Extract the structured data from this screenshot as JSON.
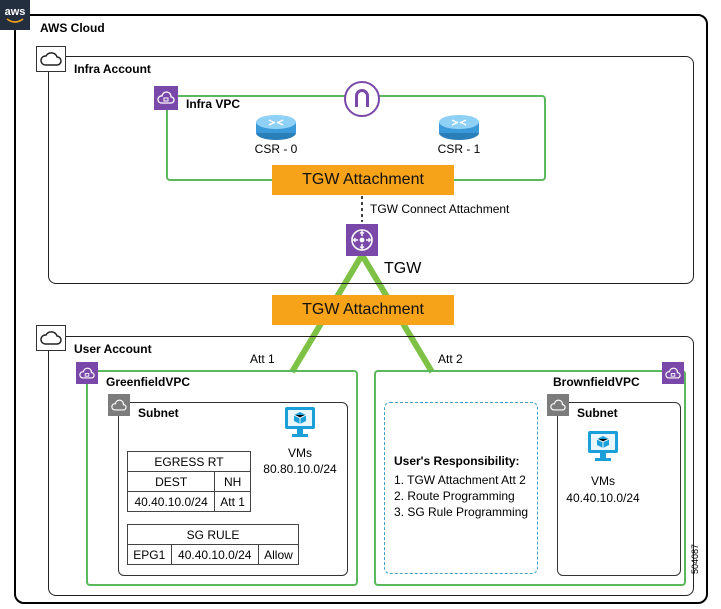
{
  "aws_logo": "aws",
  "aws_cloud": {
    "label": "AWS Cloud"
  },
  "infra_account": {
    "label": "Infra Account"
  },
  "infra_vpc": {
    "label": "Infra VPC"
  },
  "csr0": {
    "label": "CSR - 0"
  },
  "csr1": {
    "label": "CSR - 1"
  },
  "infra_attachment": {
    "label": "TGW Attachment"
  },
  "connect_attachment": {
    "label": "TGW Connect Attachment"
  },
  "tgw": {
    "label": "TGW"
  },
  "user_attachment": {
    "label": "TGW Attachment"
  },
  "user_account": {
    "label": "User Account"
  },
  "att1": {
    "label": "Att 1"
  },
  "att2": {
    "label": "Att 2"
  },
  "greenfield": {
    "label": "GreenfieldVPC",
    "subnet_label": "Subnet",
    "vms_label": "VMs",
    "vms_cidr": "80.80.10.0/24",
    "egress_table": {
      "title": "EGRESS RT",
      "headers": [
        "DEST",
        "NH"
      ],
      "row": [
        "40.40.10.0/24",
        "Att 1"
      ]
    },
    "sg_table": {
      "title": "SG RULE",
      "row": [
        "EPG1",
        "40.40.10.0/24",
        "Allow"
      ]
    }
  },
  "responsibility": {
    "title": "User's Responsibility:",
    "items": [
      "1. TGW Attachment Att 2",
      "2. Route Programming",
      "3. SG Rule Programming"
    ]
  },
  "brownfield": {
    "label": "BrownfieldVPC",
    "subnet_label": "Subnet",
    "vms_label": "VMs",
    "vms_cidr": "40.40.10.0/24"
  },
  "figure_id": "504087",
  "colors": {
    "vpc_green": "#5cb85c",
    "attachment_orange": "#f6a31a",
    "tgw_purple": "#7a48a8",
    "dashed_blue": "#3aa0c8",
    "vm_blue": "#1b9fd8",
    "aws_dark": "#232f3e"
  }
}
